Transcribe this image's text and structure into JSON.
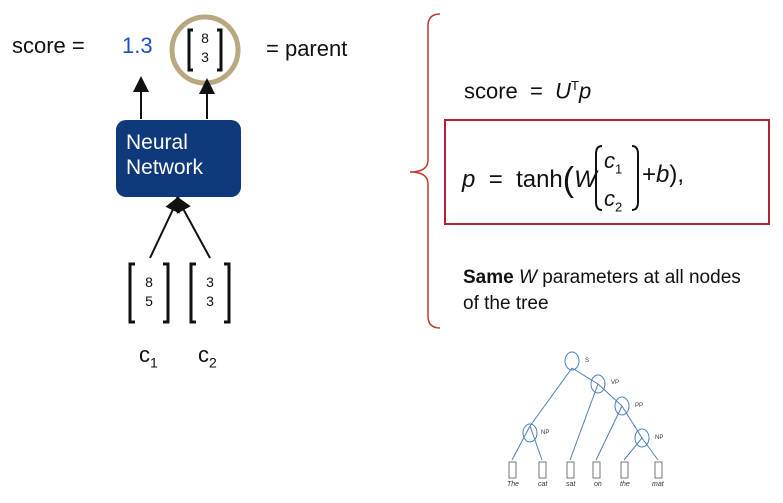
{
  "score_label": "score  =",
  "score_value": "1.3",
  "parent_vector": [
    "8",
    "3"
  ],
  "parent_label": "= parent",
  "network_label": [
    "Neural",
    "Network"
  ],
  "children": [
    {
      "vector": [
        "8",
        "5"
      ],
      "label": "c",
      "sub": "1"
    },
    {
      "vector": [
        "3",
        "3"
      ],
      "label": "c",
      "sub": "2"
    }
  ],
  "right": {
    "score_eq": {
      "lhs": "score",
      "eq": "=",
      "rhs": "U",
      "sup": "T",
      "var": "p"
    },
    "p_eq": {
      "lhs": "p",
      "eq": "=",
      "func": "tanh",
      "W": "W",
      "c1": "c",
      "c1_sub": "1",
      "c2": "c",
      "c2_sub": "2",
      "plus": "+",
      "b": "b",
      "end": "),"
    },
    "note_bold": "Same",
    "note_italic": "W",
    "note_rest1": " parameters at all nodes",
    "note_rest2": "of the tree"
  },
  "tree": {
    "labels": [
      "S",
      "VP",
      "PP",
      "NP",
      "NP"
    ],
    "words": [
      "The",
      "cat",
      "sat",
      "on",
      "the",
      "mat"
    ]
  },
  "colors": {
    "score_value": "#1f4fbf",
    "network_box": "#0e3a7c",
    "parent_ring": "#b9a87f",
    "brace": "#c0392b",
    "eq_box": "#b22234",
    "tree_lines": "#4a7fbf"
  }
}
